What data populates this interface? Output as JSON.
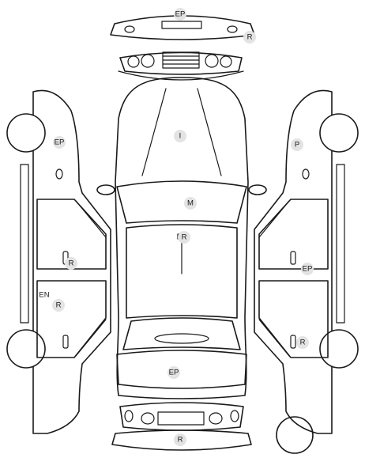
{
  "markers": {
    "front_bumper": "EP",
    "front_bumper_right": "R",
    "hood": "I",
    "windshield": "M",
    "roof": "R",
    "left_front_fender": "EP",
    "left_rear_door": "R",
    "left_rear_quarter_en": "EN",
    "left_rear_quarter_r": "R",
    "right_front_fender": "P",
    "right_front_door": "EP",
    "right_rear_door": "R",
    "trunk": "EP",
    "rear_bumper": "R"
  },
  "colors": {
    "line": "#1a1a1a",
    "marker_bg": "#e3e3e3"
  }
}
